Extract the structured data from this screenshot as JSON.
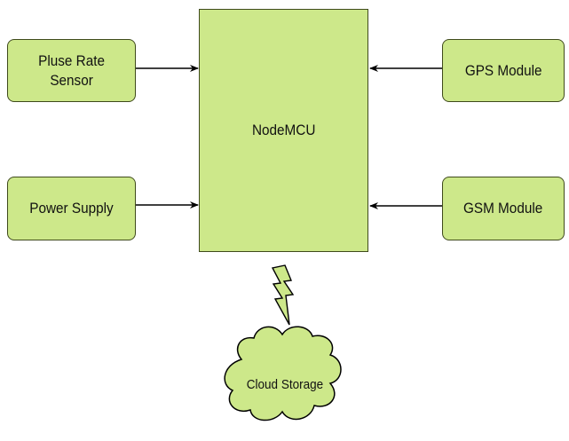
{
  "nodes": {
    "pulse_sensor": "Pluse Rate\nSensor",
    "power_supply": "Power Supply",
    "nodemcu": "NodeMCU",
    "gps_module": "GPS Module",
    "gsm_module": "GSM Module",
    "cloud_storage": "Cloud Storage"
  },
  "colors": {
    "box_fill": "#cde88a",
    "box_border": "#3f4a1c",
    "arrow": "#000000"
  }
}
